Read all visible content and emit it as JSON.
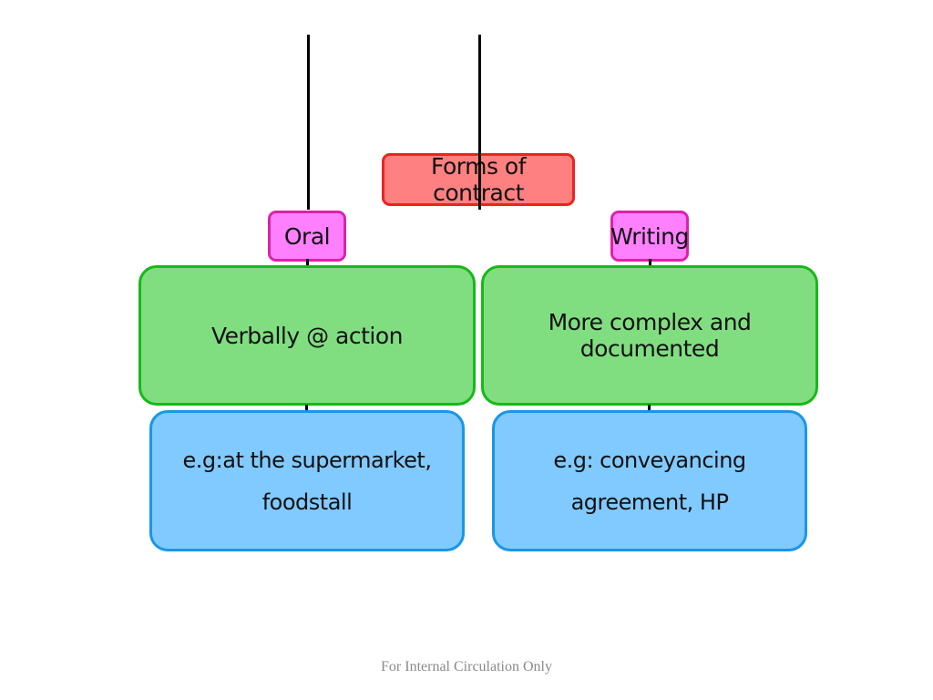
{
  "diagram": {
    "root": "Forms of contract",
    "branches": [
      {
        "label": "Oral",
        "description": "Verbally @ action",
        "example": "e.g:at the supermarket, foodstall"
      },
      {
        "label": "Writing",
        "description": "More complex and documented",
        "example": "e.g: conveyancing agreement, HP"
      }
    ]
  },
  "footer": "For Internal Circulation Only",
  "colors": {
    "root_fill": "#ff8080",
    "branch_fill": "#ff80ff",
    "description_fill": "#80de80",
    "example_fill": "#80caff"
  }
}
